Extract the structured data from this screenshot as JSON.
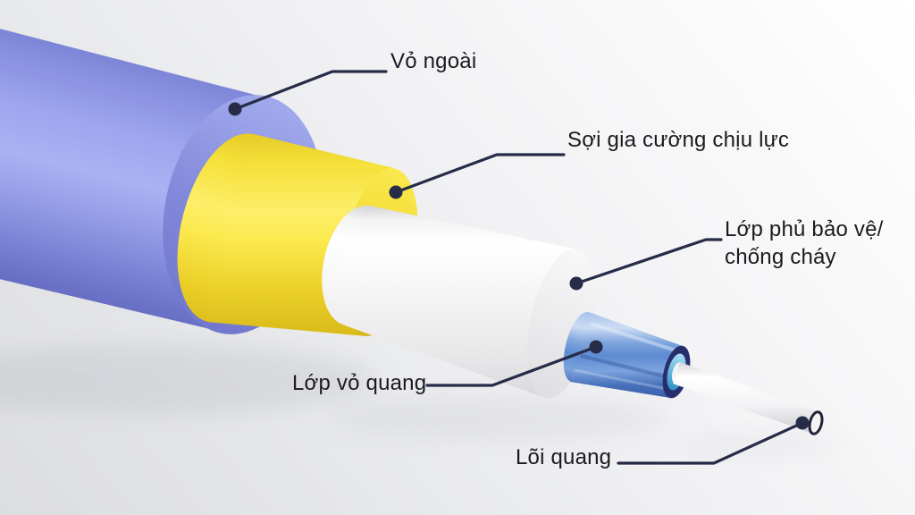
{
  "diagram": {
    "type": "fiber-optic-cable-cutaway-3d",
    "background": {
      "gradient_from": "#ffffff",
      "gradient_to": "#dcdde0"
    },
    "text_color": "#1b1b1e",
    "leader_color": "#262b47",
    "labels": [
      {
        "id": "outer-jacket",
        "text": "Vỏ ngoài",
        "layer_color": "#8a92e0"
      },
      {
        "id": "strength-member",
        "text": "Sợi gia cường chịu lực",
        "layer_color": "#f6e23a"
      },
      {
        "id": "protective-coating",
        "text_line1": "Lớp phủ bảo vệ/",
        "text_line2": "chống cháy",
        "layer_color": "#f0f0f2"
      },
      {
        "id": "cladding",
        "text": "Lớp vỏ quang",
        "layer_color": "#5f8bd2"
      },
      {
        "id": "core",
        "text": "Lõi quang",
        "layer_color": "#fafafa"
      }
    ]
  }
}
